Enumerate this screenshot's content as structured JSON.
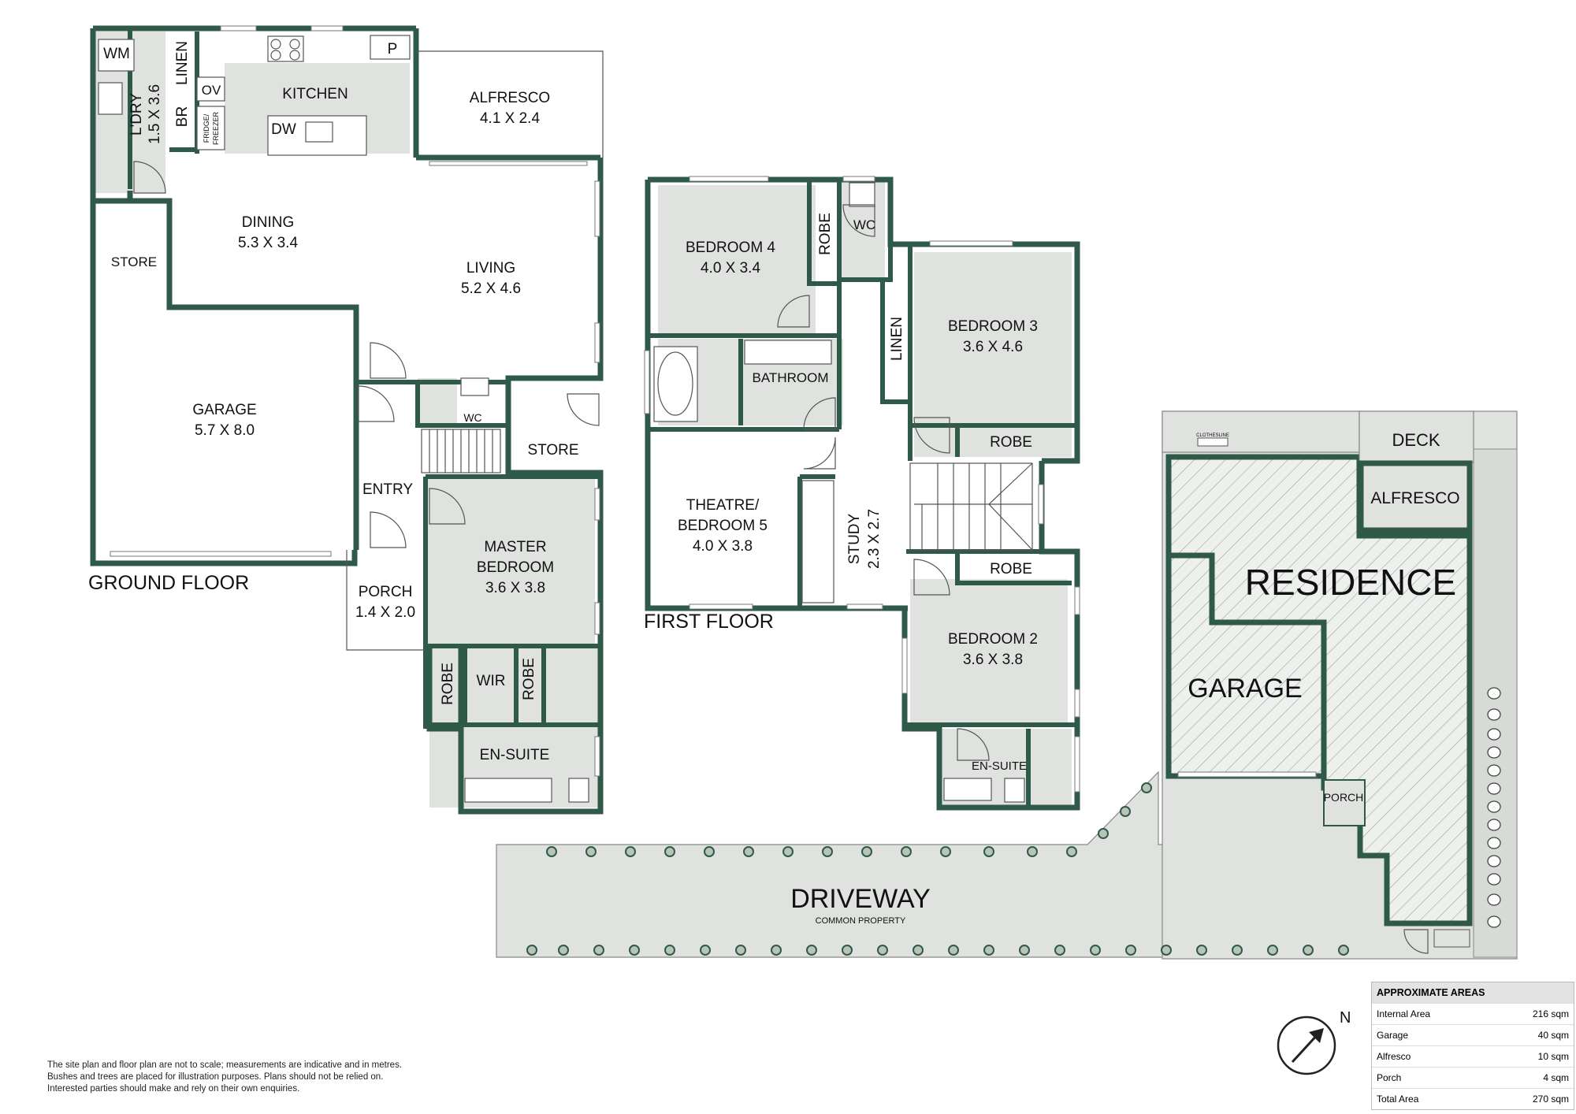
{
  "ground_floor": {
    "title": "GROUND FLOOR",
    "rooms": {
      "wm": "WM",
      "laundry_name": "L'DRY",
      "laundry_size": "1.5 X 3.6",
      "linen": "LINEN",
      "br": "BR",
      "ov": "OV",
      "fridge_a": "FRIDGE/",
      "fridge_b": "FREEZER",
      "kitchen": "KITCHEN",
      "dw": "DW",
      "pantry": "P",
      "alfresco_name": "ALFRESCO",
      "alfresco_size": "4.1 X 2.4",
      "store_left": "STORE",
      "dining_name": "DINING",
      "dining_size": "5.3 X 3.4",
      "living_name": "LIVING",
      "living_size": "5.2 X 4.6",
      "garage_name": "GARAGE",
      "garage_size": "5.7 X 8.0",
      "wc": "WC",
      "store_right": "STORE",
      "entry": "ENTRY",
      "porch_name": "PORCH",
      "porch_size": "1.4 X 2.0",
      "master_a": "MASTER",
      "master_b": "BEDROOM",
      "master_size": "3.6 X 3.8",
      "robe_1": "ROBE",
      "wir": "WIR",
      "robe_2": "ROBE",
      "ensuite": "EN-SUITE"
    }
  },
  "first_floor": {
    "title": "FIRST FLOOR",
    "rooms": {
      "bed4_name": "BEDROOM 4",
      "bed4_size": "4.0 X 3.4",
      "robe_b4": "ROBE",
      "wc": "WC",
      "bathroom": "BATHROOM",
      "linen": "LINEN",
      "bed3_name": "BEDROOM 3",
      "bed3_size": "3.6 X 4.6",
      "robe_b3": "ROBE",
      "theatre_a": "THEATRE/",
      "theatre_b": "BEDROOM 5",
      "theatre_size": "4.0 X 3.8",
      "study_name": "STUDY",
      "study_size": "2.3 X 2.7",
      "robe_b2": "ROBE",
      "bed2_name": "BEDROOM 2",
      "bed2_size": "3.6 X 3.8",
      "ensuite": "EN-SUITE"
    }
  },
  "site_plan": {
    "deck": "DECK",
    "alfresco": "ALFRESCO",
    "residence": "RESIDENCE",
    "garage": "GARAGE",
    "porch": "PORCH",
    "clothesline": "CLOTHESLINE",
    "driveway": "DRIVEWAY",
    "common_property": "COMMON PROPERTY"
  },
  "compass": {
    "label": "N"
  },
  "approximate_areas": {
    "heading": "APPROXIMATE AREAS",
    "rows": [
      {
        "label": "Internal Area",
        "value": "216 sqm"
      },
      {
        "label": "Garage",
        "value": "40 sqm"
      },
      {
        "label": "Alfresco",
        "value": "10 sqm"
      },
      {
        "label": "Porch",
        "value": "4 sqm"
      },
      {
        "label": "Total Area",
        "value": "270 sqm"
      }
    ]
  },
  "disclaimer": [
    "The site plan and floor plan are not to scale; measurements are indicative and in metres.",
    "Bushes and trees are placed for illustration purposes. Plans should not be relied on.",
    "Interested parties should make and rely on their own enquiries."
  ],
  "colors": {
    "wall": "#2f5a49",
    "room_fill": "#dfe2df",
    "hatch": "#9aa69b",
    "shrub": "#b8c4b5"
  }
}
